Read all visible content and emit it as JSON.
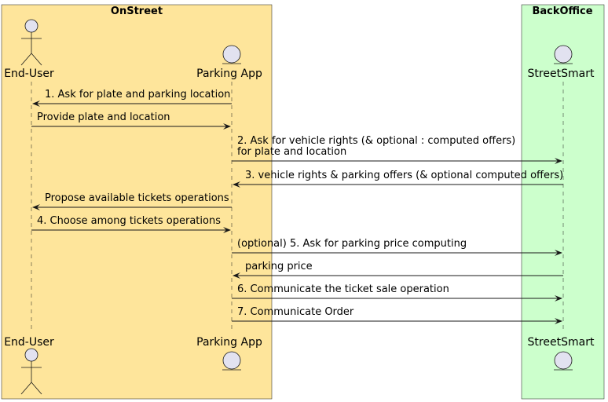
{
  "boxes": {
    "onstreet": {
      "title": "OnStreet",
      "fill": "#FEE59B"
    },
    "backoffice": {
      "title": "BackOffice",
      "fill": "#CCFFCC"
    }
  },
  "participants": {
    "end_user": {
      "name": "End-User",
      "kind": "actor"
    },
    "parking_app": {
      "name": "Parking App",
      "kind": "entity"
    },
    "streetsmart": {
      "name": "StreetSmart",
      "kind": "entity"
    }
  },
  "colors": {
    "participant_fill": "#E2E2F0",
    "stroke": "#181818",
    "lifeline": "#181818"
  },
  "messages": [
    {
      "from": "parking_app",
      "to": "end_user",
      "lines": [
        "1. Ask for plate and parking location"
      ]
    },
    {
      "from": "end_user",
      "to": "parking_app",
      "lines": [
        "Provide plate and location"
      ]
    },
    {
      "from": "parking_app",
      "to": "streetsmart",
      "lines": [
        "2. Ask for vehicle rights (& optional : computed offers)",
        " for plate and location"
      ]
    },
    {
      "from": "streetsmart",
      "to": "parking_app",
      "lines": [
        "3. vehicle rights & parking offers (& optional computed offers)"
      ]
    },
    {
      "from": "parking_app",
      "to": "end_user",
      "lines": [
        "Propose available tickets operations"
      ]
    },
    {
      "from": "end_user",
      "to": "parking_app",
      "lines": [
        "4. Choose among tickets operations"
      ]
    },
    {
      "from": "parking_app",
      "to": "streetsmart",
      "lines": [
        "(optional) 5. Ask for parking price computing"
      ]
    },
    {
      "from": "streetsmart",
      "to": "parking_app",
      "lines": [
        "parking price"
      ]
    },
    {
      "from": "parking_app",
      "to": "streetsmart",
      "lines": [
        "6. Communicate the ticket sale operation"
      ]
    },
    {
      "from": "parking_app",
      "to": "streetsmart",
      "lines": [
        "7. Communicate Order"
      ]
    }
  ]
}
